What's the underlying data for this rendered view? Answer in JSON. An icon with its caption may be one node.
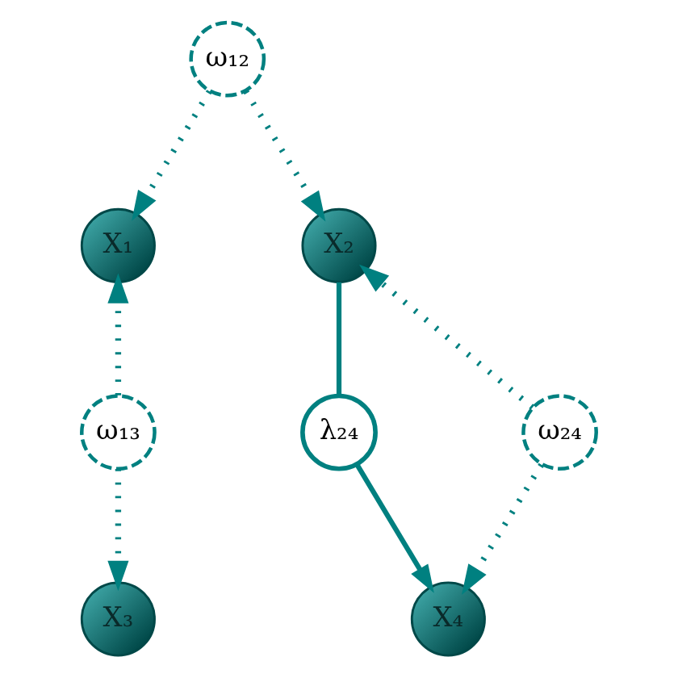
{
  "diagram": {
    "nodes": [
      {
        "text": [
          "ω₁₂"
        ]
      },
      {
        "text": [
          "X₁"
        ]
      },
      {
        "text": [
          "X₂"
        ]
      },
      {
        "text": [
          "ω₁₃"
        ]
      },
      {
        "text": [
          "λ₂₄"
        ]
      },
      {
        "text": [
          "ω₂₄"
        ]
      },
      {
        "text": [
          "X₃"
        ]
      },
      {
        "text": [
          "X₄"
        ]
      }
    ],
    "edges": [
      {
        "from": 0,
        "to": 1,
        "arrow": "to",
        "style": "dashed"
      },
      {
        "from": 0,
        "to": 2,
        "arrow": "to",
        "style": "dashed"
      },
      {
        "from": 3,
        "to": 1,
        "arrow": "to",
        "style": "dashed"
      },
      {
        "from": 3,
        "to": 6,
        "arrow": "to",
        "style": "dashed"
      },
      {
        "from": 2,
        "to": 4,
        "arrow": "none"
      },
      {
        "from": 4,
        "to": 7,
        "arrow": "to"
      },
      {
        "from": 5,
        "to": 2,
        "arrow": "to",
        "style": "dashed"
      },
      {
        "from": 5,
        "to": 7,
        "arrow": "to",
        "style": "dashed"
      }
    ]
  }
}
